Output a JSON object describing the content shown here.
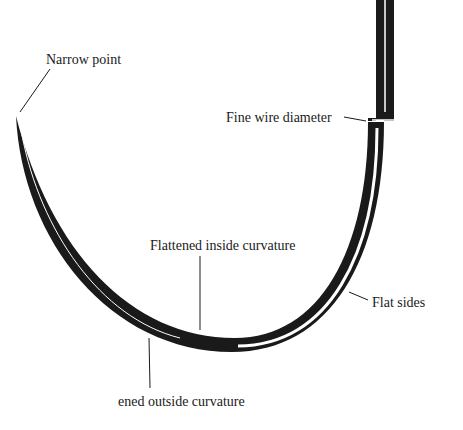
{
  "diagram": {
    "labels": [
      "Narrow point",
      "Fine wire diameter",
      "Flattened inside curvature",
      "Flat sides",
      "ened outside curvature"
    ]
  }
}
